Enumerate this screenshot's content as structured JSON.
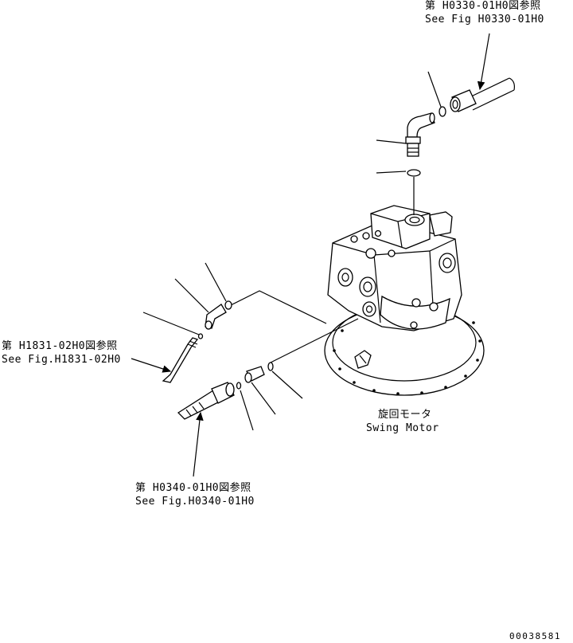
{
  "labels": {
    "ref_top_jp": "第 H0330-01H0図参照",
    "ref_top_en": "See Fig H0330-01H0",
    "ref_left_jp": "第 H1831-02H0図参照",
    "ref_left_en": "See Fig.H1831-02H0",
    "ref_bottom_jp": "第 H0340-01H0図参照",
    "ref_bottom_en": "See Fig.H0340-01H0",
    "motor_jp": "旋回モータ",
    "motor_en": "Swing Motor",
    "drawing_no": "00038581"
  }
}
